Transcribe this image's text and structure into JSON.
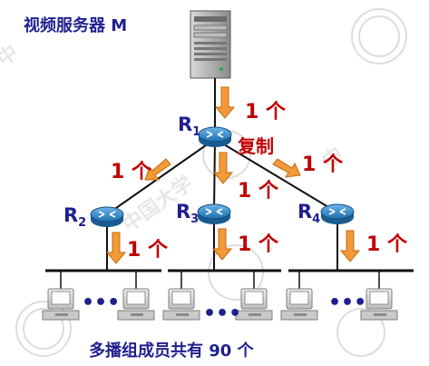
{
  "title": "视频服务器 M",
  "caption": "多播组成员共有 90 个",
  "copy_label": "复制",
  "count_label": "1 个",
  "ellipsis": "•••",
  "routers": [
    {
      "name": "R",
      "sub": "1"
    },
    {
      "name": "R",
      "sub": "2"
    },
    {
      "name": "R",
      "sub": "3"
    },
    {
      "name": "R",
      "sub": "4"
    }
  ],
  "colors": {
    "text_blue": "#1f1f8f",
    "text_red": "#c00000",
    "arrow_orange": "#f29a38",
    "router_blue": "#2f86c8",
    "link_black": "#111111"
  },
  "watermark": "中国大学"
}
